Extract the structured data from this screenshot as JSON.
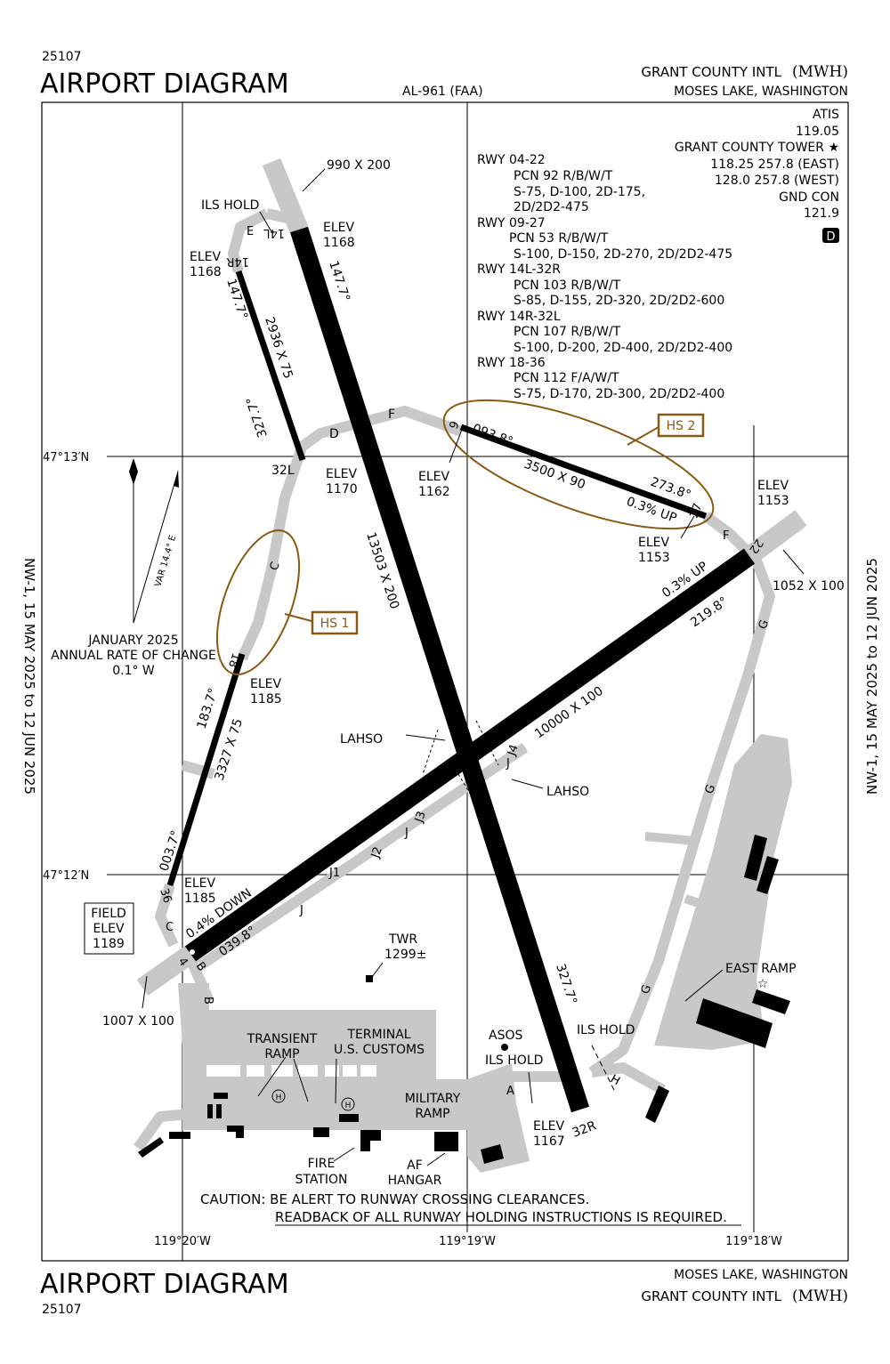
{
  "header": {
    "chart_number": "25107",
    "title": "AIRPORT DIAGRAM",
    "chart_id": "AL-961 (FAA)",
    "airport_name": "GRANT COUNTY INTL",
    "airport_id": "(MWH)",
    "location": "MOSES LAKE, WASHINGTON"
  },
  "footer": {
    "chart_number": "25107",
    "title": "AIRPORT DIAGRAM",
    "location": "MOSES LAKE, WASHINGTON",
    "airport_name": "GRANT COUNTY INTL",
    "airport_id": "(MWH)"
  },
  "margin_text": "NW-1, 15 MAY 2025 to 12 JUN 2025",
  "comms": {
    "atis_label": "ATIS",
    "atis_freq": "119.05",
    "tower_label": "GRANT COUNTY TOWER ★",
    "tower_east": "118.25  257.8 (EAST)",
    "tower_west": "128.0  257.8 (WEST)",
    "gnd_label": "GND CON",
    "gnd_freq": "121.9",
    "d_badge": "D"
  },
  "runway_data": [
    {
      "rwy": "RWY 04-22",
      "pcn": "PCN 92 R/B/W/T",
      "lines": [
        "S-75, D-100, 2D-175,",
        "2D/2D2-475"
      ]
    },
    {
      "rwy": "RWY 09-27",
      "pcn": "PCN 53 R/B/W/T",
      "lines": [
        "S-100, D-150, 2D-270, 2D/2D2-475"
      ]
    },
    {
      "rwy": "RWY 14L-32R",
      "pcn": "PCN 103 R/B/W/T",
      "lines": [
        "S-85, D-155, 2D-320, 2D/2D2-600"
      ]
    },
    {
      "rwy": "RWY 14R-32L",
      "pcn": "PCN 107 R/B/W/T",
      "lines": [
        "S-100, D-200, 2D-400, 2D/2D2-400"
      ]
    },
    {
      "rwy": "RWY 18-36",
      "pcn": "PCN 112 F/A/W/T",
      "lines": [
        "S-75, D-170, 2D-300, 2D/2D2-400"
      ]
    }
  ],
  "coords": {
    "lat_north": "47°13′N",
    "lat_south": "47°12′N",
    "lon_west": "119°20′W",
    "lon_mid": "119°19′W",
    "lon_east": "119°18′W"
  },
  "magvar": {
    "var": "VAR 14.4° E",
    "date": "JANUARY 2025",
    "rate_label": "ANNUAL RATE OF CHANGE",
    "rate": "0.1° W"
  },
  "labels": {
    "dim_14l_ext": "990 X 200",
    "ils_hold_nw": "ILS HOLD",
    "twy_e": "E",
    "rwy_14l": "14L",
    "rwy_14r": "14R",
    "elev_14l": [
      "ELEV",
      "1168"
    ],
    "elev_14r": [
      "ELEV",
      "1168"
    ],
    "hdg_147_a": "147.7°",
    "hdg_147_b": "147.7°",
    "dim_14r": "2936 X 75",
    "hdg_327_a": "327.7°",
    "rwy_32l": "32L",
    "elev_32l": [
      "ELEV",
      "1170"
    ],
    "twy_d": "D",
    "twy_f": "F",
    "twy_f2": "F",
    "rwy_9": "9",
    "hdg_093": "093.8°",
    "elev_9": [
      "ELEV",
      "1162"
    ],
    "dim_09": "3500 X 90",
    "hdg_273": "273.8°",
    "grad_09": "0.3% UP",
    "rwy_27": "27",
    "elev_27": [
      "ELEV",
      "1153"
    ],
    "hs2": "HS 2",
    "hs1": "HS 1",
    "elev_22": [
      "ELEV",
      "1153"
    ],
    "rwy_22": "22",
    "dim_22_ext": "1052 X 100",
    "grad_04": "0.3% UP",
    "hdg_219": "219.8°",
    "twy_g1": "G",
    "twy_g2": "G",
    "twy_g3": "G",
    "twy_c1": "C",
    "twy_c2": "C",
    "dim_14l": "13503 X 200",
    "rwy_18": "18",
    "elev_18": [
      "ELEV",
      "1185"
    ],
    "hdg_183": "183.7°",
    "dim_18": "3327 X 75",
    "dim_04": "10000 X 100",
    "lahso_1": "LAHSO",
    "lahso_2": "LAHSO",
    "twy_j4": "J4",
    "twy_j": "J",
    "twy_j3": "J3",
    "twy_j_b": "J",
    "twy_j2": "J2",
    "twy_j1": "J1",
    "twy_j_c": "J",
    "hdg_003": "003.7°",
    "rwy_36": "36",
    "elev_36": [
      "ELEV",
      "1185"
    ],
    "grad_down": "0.4% DOWN",
    "field_elev": [
      "FIELD",
      "ELEV",
      "1189"
    ],
    "rwy_4": "4",
    "twy_b1": "B",
    "twy_b2": "B",
    "hdg_039": "039.8°",
    "dim_04_ext": "1007 X 100",
    "twr": [
      "TWR",
      "1299±"
    ],
    "hdg_327_b": "327.7°",
    "east_ramp": "EAST RAMP",
    "asos": "ASOS",
    "ils_hold_s1": "ILS HOLD",
    "ils_hold_s2": "ILS HOLD",
    "twy_h": "H",
    "twy_a": "A",
    "transient_ramp": [
      "TRANSIENT",
      "RAMP"
    ],
    "terminal": [
      "TERMINAL",
      "U.S. CUSTOMS"
    ],
    "heliport": "H",
    "heliport2": "H",
    "military_ramp": [
      "MILITARY",
      "RAMP"
    ],
    "elev_32r": [
      "ELEV",
      "1167"
    ],
    "rwy_32r": "32R",
    "fire_station": [
      "FIRE",
      "STATION"
    ],
    "af_hangar": [
      "AF",
      "HANGAR"
    ],
    "caution_1": "CAUTION: BE ALERT TO RUNWAY CROSSING CLEARANCES.",
    "caution_2": "READBACK OF ALL RUNWAY HOLDING INSTRUCTIONS IS REQUIRED."
  }
}
